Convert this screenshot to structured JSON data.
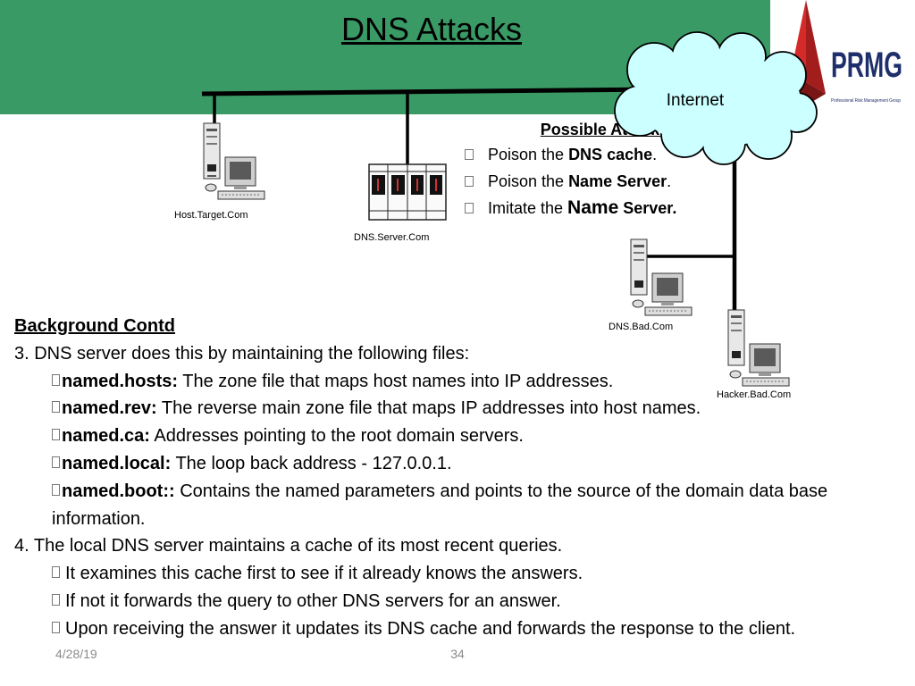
{
  "slide": {
    "title": "DNS Attacks",
    "logo_text": "PRMG",
    "logo_tagline": "Professional Risk Management Group",
    "page_number": "34",
    "footer_date": "4/28/19",
    "colors": {
      "header_band": "#3a9a66",
      "cloud_fill": "#ccffff",
      "logo_red": "#d42a2a",
      "logo_navy": "#1f2f6b"
    }
  },
  "diagram": {
    "cloud_label": "Internet",
    "nodes": {
      "host_target": "Host.Target.Com",
      "dns_server": "DNS.Server.Com",
      "dns_bad": "DNS.Bad.Com",
      "hacker": "Hacker.Bad.Com"
    }
  },
  "attacks": {
    "heading": "Possible Attacks.",
    "items": [
      {
        "prefix": "Poison the ",
        "emph": "DNS cache",
        "suffix": "."
      },
      {
        "prefix": "Poison the ",
        "emph": "Name Server",
        "suffix": "."
      },
      {
        "prefix": "Imitate the ",
        "emph_big": "Name",
        "emph": " Server",
        "suffix": "."
      }
    ]
  },
  "background": {
    "heading": "Background Contd",
    "point3": "3. DNS server does this by maintaining the following files:",
    "files": [
      {
        "name": "named.hosts:",
        "desc": " The zone file that maps host names into IP addresses."
      },
      {
        "name": "named.rev:",
        "desc": " The reverse main zone file that maps IP addresses into host names."
      },
      {
        "name": "named.ca:",
        "desc": " Addresses pointing to the root domain servers."
      },
      {
        "name": "named.local:",
        "desc": " The loop back address - 127.0.0.1."
      },
      {
        "name": "named.boot::",
        "desc": " Contains the named parameters and points to the source of the domain data base information."
      }
    ],
    "point4": "4. The local DNS server maintains a cache of its most recent queries.",
    "cache_points": [
      "It examines this cache first to see if it already knows the answers.",
      "If not it forwards the query  to other DNS servers for an answer.",
      "Upon receiving the answer it updates its DNS cache and forwards the response to the client."
    ]
  }
}
